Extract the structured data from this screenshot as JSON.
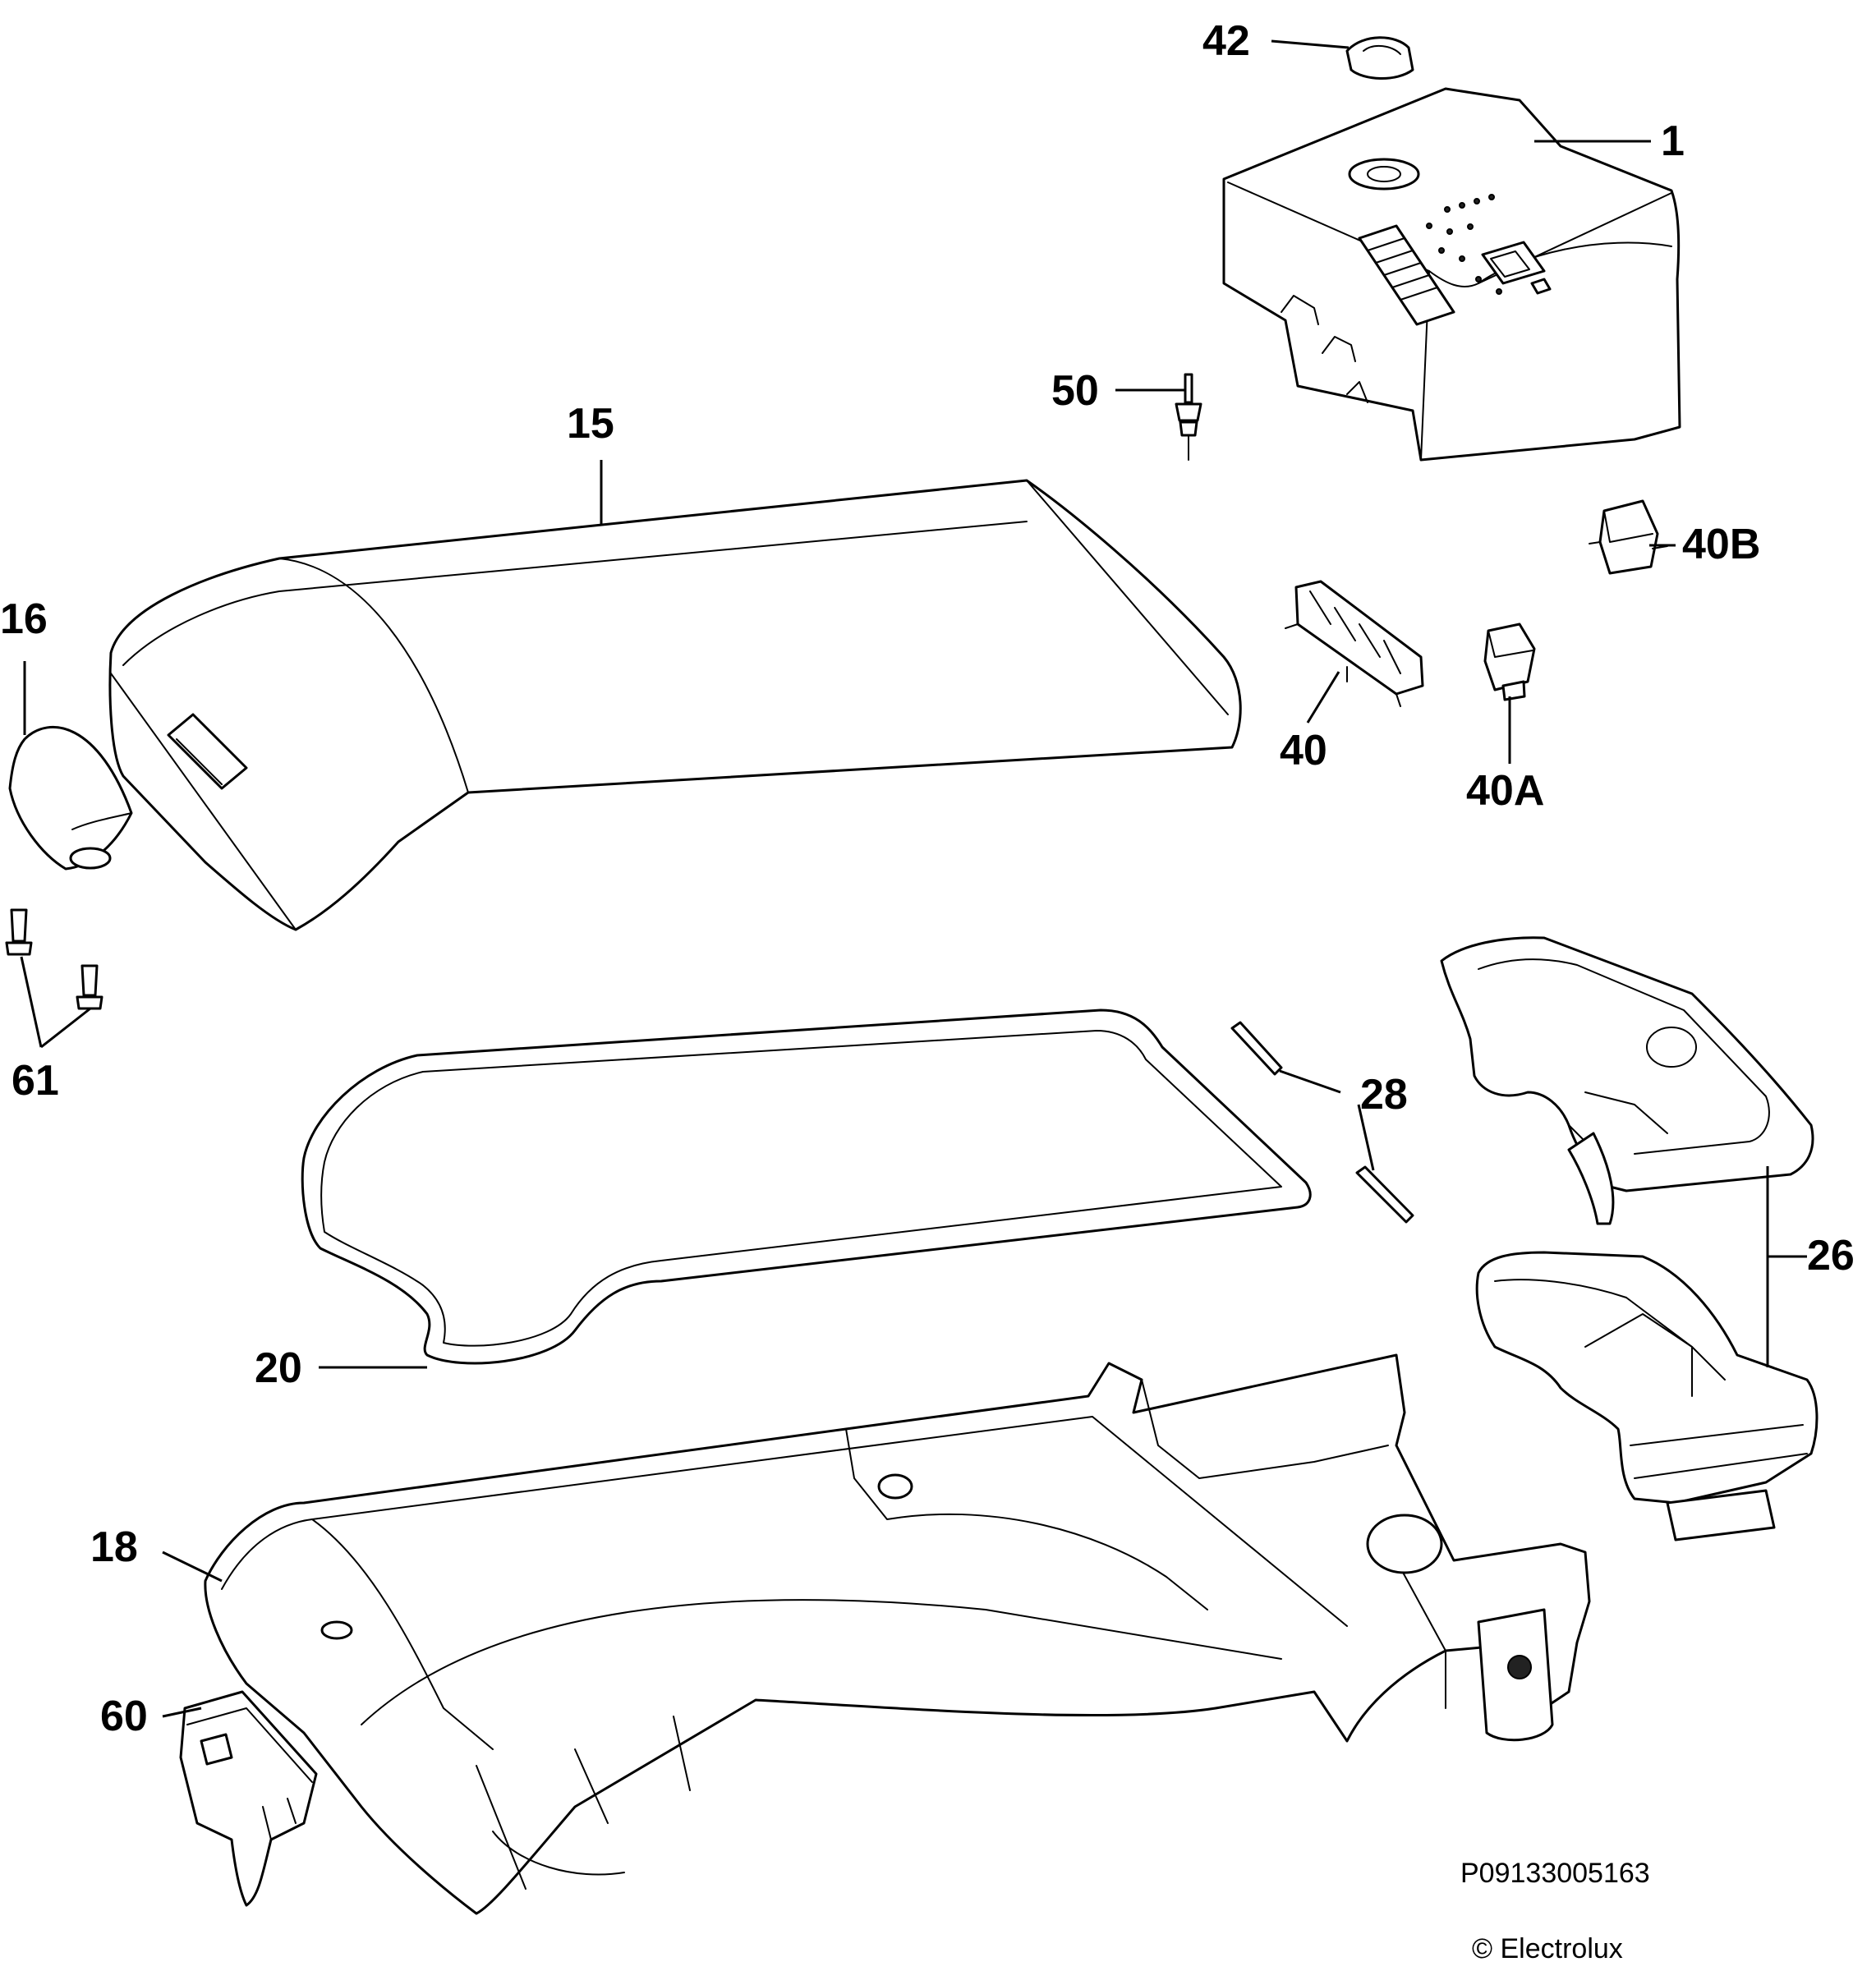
{
  "diagram": {
    "callouts": {
      "c42": "42",
      "c1": "1",
      "c50": "50",
      "c15": "15",
      "c40b": "40B",
      "c16": "16",
      "c40": "40",
      "c40a": "40A",
      "c61": "61",
      "c28": "28",
      "c26": "26",
      "c20": "20",
      "c18": "18",
      "c60": "60"
    },
    "footer": {
      "code": "P09133005163",
      "copyright": "© Electrolux"
    }
  }
}
